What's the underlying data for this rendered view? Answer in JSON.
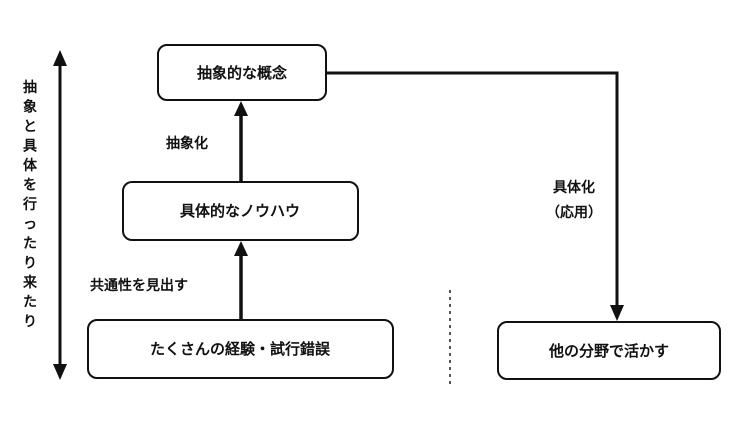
{
  "boxes": {
    "abstract_concept": "抽象的な概念",
    "concrete_knowhow": "具体的なノウハウ",
    "experience": "たくさんの経験・試行錯誤",
    "other_field": "他の分野で活かす"
  },
  "labels": {
    "abstraction": "抽象化",
    "find_commonality": "共通性を見出す",
    "concretization": "具体化",
    "application": "（応用）"
  },
  "side_label": [
    "抽",
    "象",
    "と",
    "具",
    "体",
    "を",
    "行",
    "っ",
    "た",
    "り",
    "来",
    "た",
    "り"
  ]
}
